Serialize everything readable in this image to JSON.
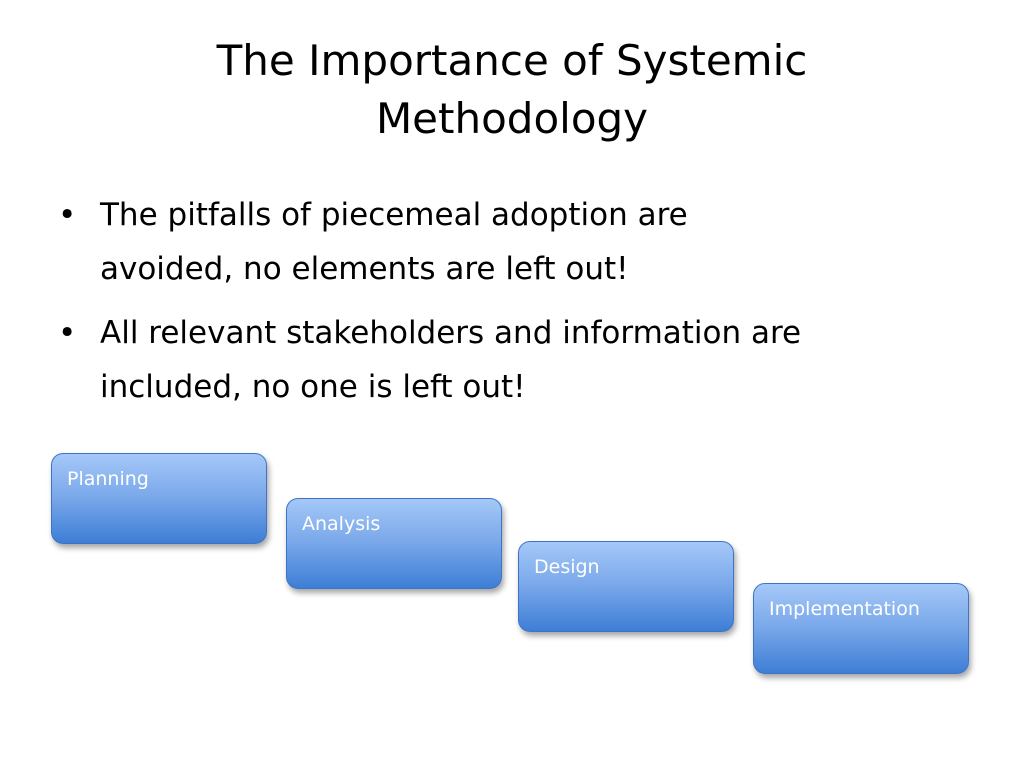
{
  "slide": {
    "title_lines": [
      "The Importance of Systemic",
      "Methodology"
    ],
    "bullets": [
      {
        "marker": "•",
        "line1": "The pitfalls of piecemeal adoption are",
        "line2": "avoided, no elements are left out!"
      },
      {
        "marker": "•",
        "line1": "All relevant stakeholders and information are",
        "line2": "included, no one is left out!"
      }
    ]
  },
  "diagram": {
    "steps": [
      {
        "label": "Planning"
      },
      {
        "label": "Analysis"
      },
      {
        "label": "Design"
      },
      {
        "label": "Implementation"
      }
    ],
    "colors": {
      "box_top": "#a4c8f8",
      "box_bottom": "#3d7ed6",
      "box_border": "#3f74c4",
      "label_text": "#ffffff"
    }
  }
}
